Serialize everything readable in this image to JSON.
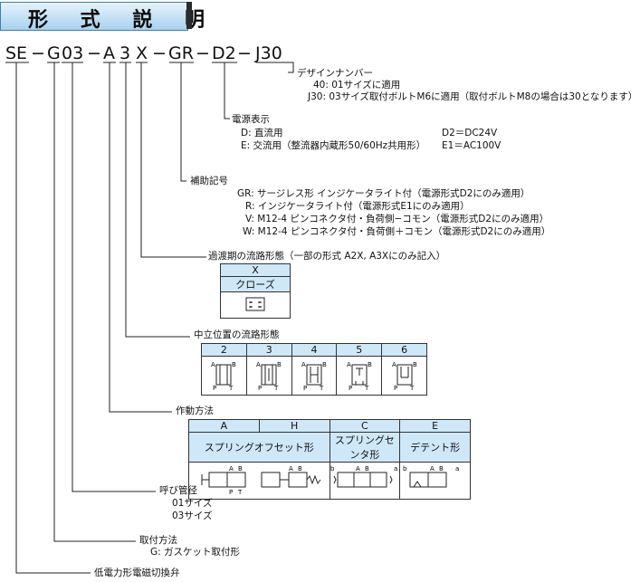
{
  "title": "形 式 説 明",
  "code": {
    "seg1": "SE",
    "d1": "−",
    "seg2": "G",
    "seg3": "03",
    "d2": "−",
    "seg4": "A",
    "seg5": "3",
    "seg6": "X",
    "d3": "−",
    "seg7": "GR",
    "d4": "−",
    "seg8": "D2",
    "d5": "−",
    "seg9": "J30"
  },
  "design": {
    "heading": "デザインナンバー",
    "lines": [
      "40:  01サイズに適用",
      "J30:  03サイズ取付ボルトM6に適用（取付ボルトM8の場合は30となります）"
    ]
  },
  "power": {
    "heading": "電源表示",
    "lines": [
      "D:  直流用",
      "E:  交流用（整流器内蔵形50/60Hz共用形）"
    ],
    "right": [
      "D2＝DC24V",
      "E1＝AC100V"
    ]
  },
  "aux": {
    "heading": "補助記号",
    "lines": [
      "GR:  サージレス形  インジケータライト付（電源形式D2にのみ適用）",
      "R:  インジケータライト付（電源形式E1にのみ適用）",
      "V:  M12-4 ピンコネクタ付・負荷側−コモン（電源形式D2にのみ適用）",
      "W:  M12-4 ピンコネクタ付・負荷側＋コモン（電源形式D2にのみ適用）"
    ]
  },
  "transition": {
    "heading": "過渡期の流路形態（一部の形式 A2X, A3Xにのみ記入）",
    "col_code": "X",
    "col_name": "クローズ"
  },
  "neutral": {
    "heading": "中立位置の流路形態",
    "cols": [
      "2",
      "3",
      "4",
      "5",
      "6"
    ]
  },
  "operation": {
    "heading": "作動方法",
    "codes": [
      "A",
      "H",
      "C",
      "E"
    ],
    "names": [
      "スプリングオフセット形",
      "スプリングセンタ形",
      "デテント形"
    ]
  },
  "port_size": {
    "heading": "呼び管径",
    "lines": [
      "01サイズ",
      "03サイズ"
    ]
  },
  "mounting": {
    "heading": "取付方法",
    "lines": [
      "G:  ガスケット取付形"
    ]
  },
  "valve": {
    "heading": "低電力形電磁切換弁"
  },
  "colors": {
    "header_fill": "#cfe8f7",
    "title_fill": "#a6d2ee",
    "line": "#222222"
  }
}
